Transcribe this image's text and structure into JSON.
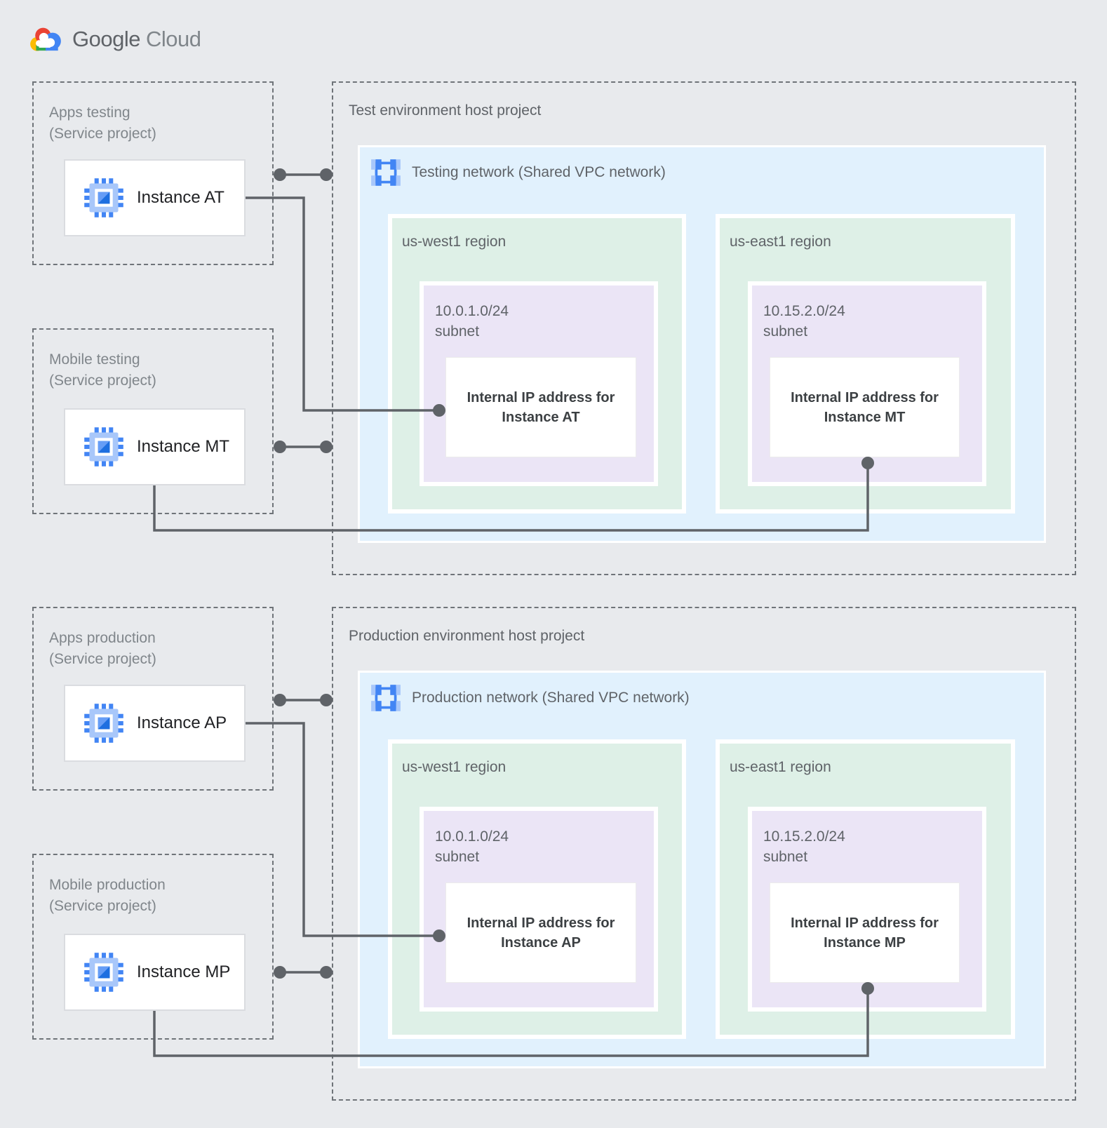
{
  "logo": {
    "brand": "Google",
    "product": "Cloud"
  },
  "colors": {
    "page-bg": "#E8EAED",
    "dash": "#6F7479",
    "svc-label": "#80868B",
    "text-mid": "#5F6368",
    "text-dark": "#202124",
    "ip-text": "#3C4043",
    "panel-blue": "#E1F1FD",
    "panel-green": "#DEF0E7",
    "panel-purple": "#EBE5F6",
    "card-border": "#DADCE0",
    "line": "#5F6368",
    "icon-blue": "#4285F4",
    "icon-light-blue": "#A8C7FA",
    "logo-red": "#EA4335",
    "logo-yellow": "#FBBC04",
    "logo-green": "#34A853",
    "logo-blue": "#4285F4"
  },
  "sections": {
    "test": {
      "service_projects": [
        {
          "line1": "Apps testing",
          "line2": "(Service project)",
          "instance": "Instance AT"
        },
        {
          "line1": "Mobile testing",
          "line2": "(Service project)",
          "instance": "Instance MT"
        }
      ],
      "host_project": {
        "title": "Test environment host project",
        "network_label": "Testing network (Shared VPC network)",
        "regions": [
          {
            "name": "us-west1 region",
            "cidr": "10.0.1.0/24",
            "subnet_word": "subnet",
            "ip_line1": "Internal IP address for",
            "ip_line2": "Instance AT"
          },
          {
            "name": "us-east1 region",
            "cidr": "10.15.2.0/24",
            "subnet_word": "subnet",
            "ip_line1": "Internal IP address for",
            "ip_line2": "Instance MT"
          }
        ]
      }
    },
    "production": {
      "service_projects": [
        {
          "line1": "Apps production",
          "line2": "(Service project)",
          "instance": "Instance AP"
        },
        {
          "line1": "Mobile production",
          "line2": "(Service project)",
          "instance": "Instance MP"
        }
      ],
      "host_project": {
        "title": "Production environment host project",
        "network_label": "Production network (Shared VPC network)",
        "regions": [
          {
            "name": "us-west1 region",
            "cidr": "10.0.1.0/24",
            "subnet_word": "subnet",
            "ip_line1": "Internal IP address for",
            "ip_line2": "Instance AP"
          },
          {
            "name": "us-east1 region",
            "cidr": "10.15.2.0/24",
            "subnet_word": "subnet",
            "ip_line1": "Internal IP address for",
            "ip_line2": "Instance MP"
          }
        ]
      }
    }
  }
}
